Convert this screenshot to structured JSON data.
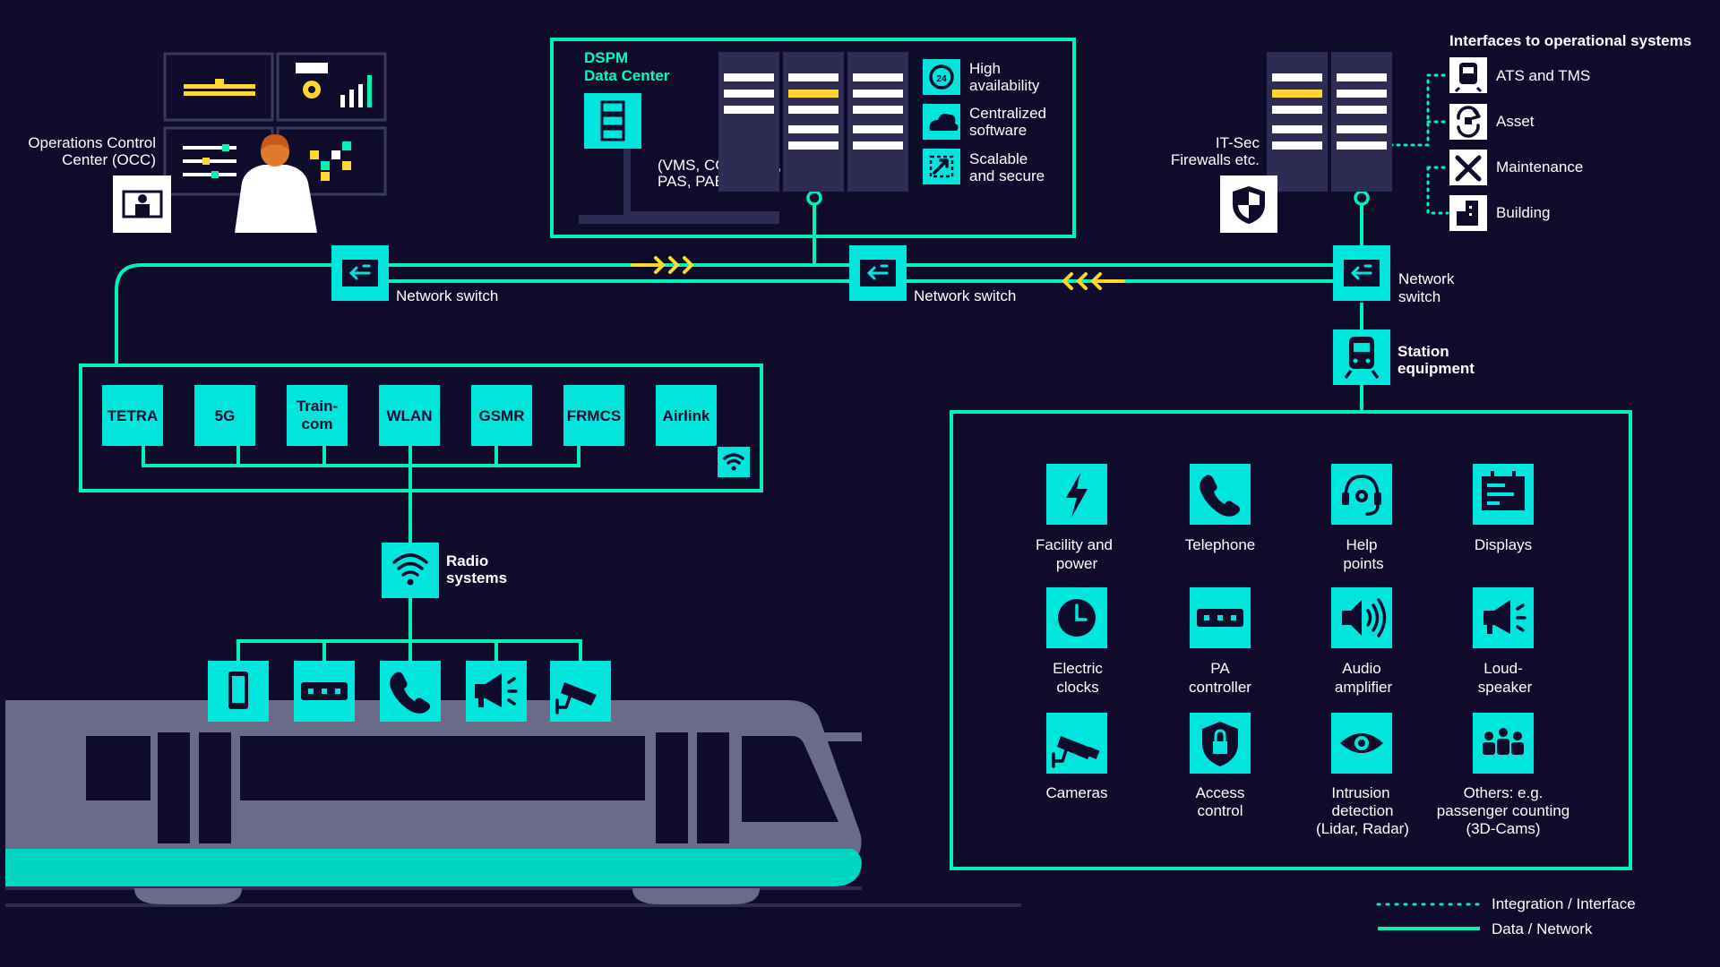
{
  "occ": {
    "label_line1": "Operations Control",
    "label_line2": "Center (OCC)"
  },
  "data_center": {
    "title_line1": "DSPM",
    "title_line2": "Data Center",
    "systems_line1": "(VMS, CCTV, PIS,",
    "systems_line2": "PAS, PABX etc.)",
    "features": [
      {
        "icon": "24h-icon",
        "line1": "High",
        "line2": "availability"
      },
      {
        "icon": "cloud-icon",
        "line1": "Centralized",
        "line2": "software"
      },
      {
        "icon": "scale-icon",
        "line1": "Scalable",
        "line2": "and secure"
      }
    ]
  },
  "firewall": {
    "label_line1": "IT-Sec",
    "label_line2": "Firewalls etc."
  },
  "interfaces": {
    "title": "Interfaces to operational systems",
    "items": [
      {
        "icon": "train-icon",
        "label": "ATS and TMS"
      },
      {
        "icon": "asset-icon",
        "label": "Asset"
      },
      {
        "icon": "tools-icon",
        "label": "Maintenance"
      },
      {
        "icon": "building-icon",
        "label": "Building"
      }
    ]
  },
  "network": {
    "switch_left": "Network switch",
    "switch_mid": "Network switch",
    "switch_right_line1": "Network",
    "switch_right_line2": "switch"
  },
  "radio": {
    "technologies": [
      "TETRA",
      "5G",
      "Train-",
      "com",
      "WLAN",
      "GSMR",
      "FRMCS",
      "Airlink"
    ],
    "label_line1": "Radio",
    "label_line2": "systems"
  },
  "train_devices": [
    "smartphone-icon",
    "router-icon",
    "phone-icon",
    "megaphone-icon",
    "camera-icon"
  ],
  "station": {
    "label_line1": "Station",
    "label_line2": "equipment",
    "items": [
      {
        "icon": "bolt-icon",
        "lines": [
          "Facility and",
          "power"
        ]
      },
      {
        "icon": "phone-icon",
        "lines": [
          "Telephone"
        ]
      },
      {
        "icon": "headset-icon",
        "lines": [
          "Help",
          "points"
        ]
      },
      {
        "icon": "display-icon",
        "lines": [
          "Displays"
        ]
      },
      {
        "icon": "clock-icon",
        "lines": [
          "Electric",
          "clocks"
        ]
      },
      {
        "icon": "controller-icon",
        "lines": [
          "PA",
          "controller"
        ]
      },
      {
        "icon": "speaker-icon",
        "lines": [
          "Audio",
          "amplifier"
        ]
      },
      {
        "icon": "megaphone-icon",
        "lines": [
          "Loud-",
          "speaker"
        ]
      },
      {
        "icon": "camera-icon",
        "lines": [
          "Cameras"
        ]
      },
      {
        "icon": "lock-icon",
        "lines": [
          "Access",
          "control"
        ]
      },
      {
        "icon": "eye-icon",
        "lines": [
          "Intrusion",
          "detection",
          "(Lidar, Radar)"
        ]
      },
      {
        "icon": "people-icon",
        "lines": [
          "Others: e.g.",
          "passenger counting",
          "(3D-Cams)"
        ]
      }
    ]
  },
  "legend": {
    "dotted": "Integration / Interface",
    "solid": "Data / Network"
  },
  "colors": {
    "background": "#0f0c2b",
    "accent": "#00f2b4",
    "tile": "#00e6dc",
    "highlight": "#ffd732",
    "rack": "#2e2c52",
    "train": "#6b6a88"
  }
}
